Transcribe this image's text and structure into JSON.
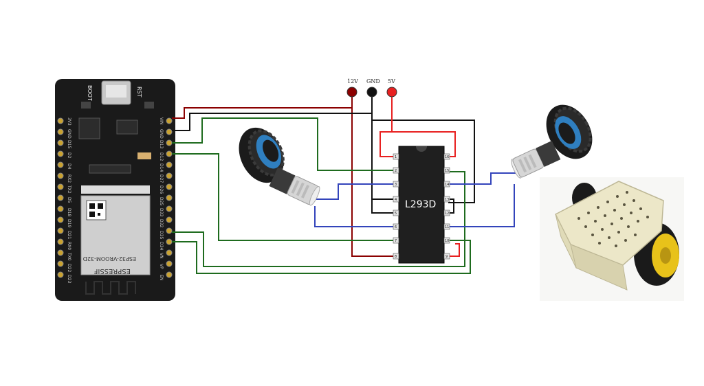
{
  "board": {
    "boot_label": "BOOT",
    "rst_label": "RST",
    "module_brand": "ESPRESSIF",
    "module_name": "ESP32-VROOM-32D",
    "left_pins": [
      "3V3",
      "GND",
      "D15",
      "D2",
      "D4",
      "RX2",
      "TX2",
      "D5",
      "D18",
      "D19",
      "D21",
      "RX0",
      "TX0",
      "D22",
      "D23"
    ],
    "right_pins": [
      "VIN",
      "GND",
      "D13",
      "D12",
      "D14",
      "D27",
      "D26",
      "D25",
      "D33",
      "D32",
      "D35",
      "D34",
      "VN",
      "VP",
      "EN"
    ]
  },
  "rails": {
    "v12_label": "12V",
    "gnd_label": "GND",
    "v5_label": "5V",
    "v12_color": "#8b0000",
    "gnd_color": "#111111",
    "v5_color": "#e82020"
  },
  "driver": {
    "label": "L293D",
    "left_pin_numbers": [
      "1",
      "2",
      "3",
      "4",
      "5",
      "6",
      "7",
      "8"
    ],
    "right_pin_numbers": [
      "16",
      "15",
      "14",
      "13",
      "12",
      "11",
      "10",
      "9"
    ]
  },
  "wire_colors": {
    "power": "#8b0000",
    "ground": "#111111",
    "logic_5v": "#e82020",
    "signal": "#1e6b1e",
    "motor": "#3344bb"
  }
}
